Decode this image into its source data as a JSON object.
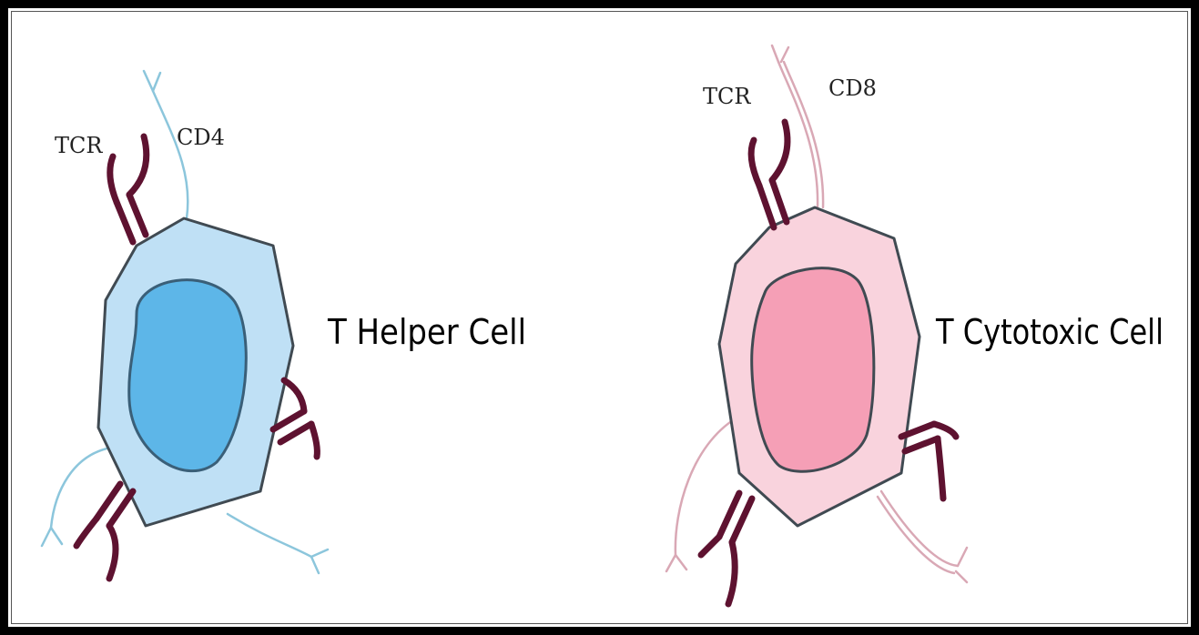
{
  "cells": [
    {
      "name": "T Helper Cell",
      "receptor_label": "TCR",
      "coreceptor_label": "CD4",
      "colors": {
        "cytoplasm": "#bfe0f5",
        "nucleus": "#5db6e8",
        "coreceptor": "#8cc6dc"
      }
    },
    {
      "name": "T Cytotoxic Cell",
      "receptor_label": "TCR",
      "coreceptor_label": "CD8",
      "colors": {
        "cytoplasm": "#f9d3dd",
        "nucleus": "#f59fb6",
        "coreceptor": "#d9a8b5"
      }
    }
  ],
  "colors": {
    "receptor": "#5e1230",
    "outline": "#404a52",
    "border": "#000000"
  }
}
